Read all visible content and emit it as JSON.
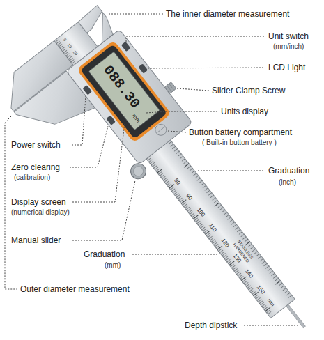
{
  "diagram": {
    "labels": [
      "The inner diameter measurement",
      "Unit switch",
      "(mm/inch)",
      "LCD Light",
      "Slider Clamp Screw",
      "Units display",
      "Button battery compartment",
      "( Built-in button battery )",
      "Power switch",
      "Zero clearing",
      "(calibration)",
      "Graduation",
      "(inch)",
      "Display screen",
      "(numerical display)",
      "Manual slider",
      "Graduation",
      "(mm)",
      "Outer diameter measurement",
      "Depth dipstick",
      "088.30",
      "mm",
      "0",
      "10",
      "20",
      "80",
      "90",
      "100",
      "110",
      "120",
      "130",
      "140",
      "150",
      "mm",
      "STAINLESS",
      "HARDENED"
    ]
  }
}
